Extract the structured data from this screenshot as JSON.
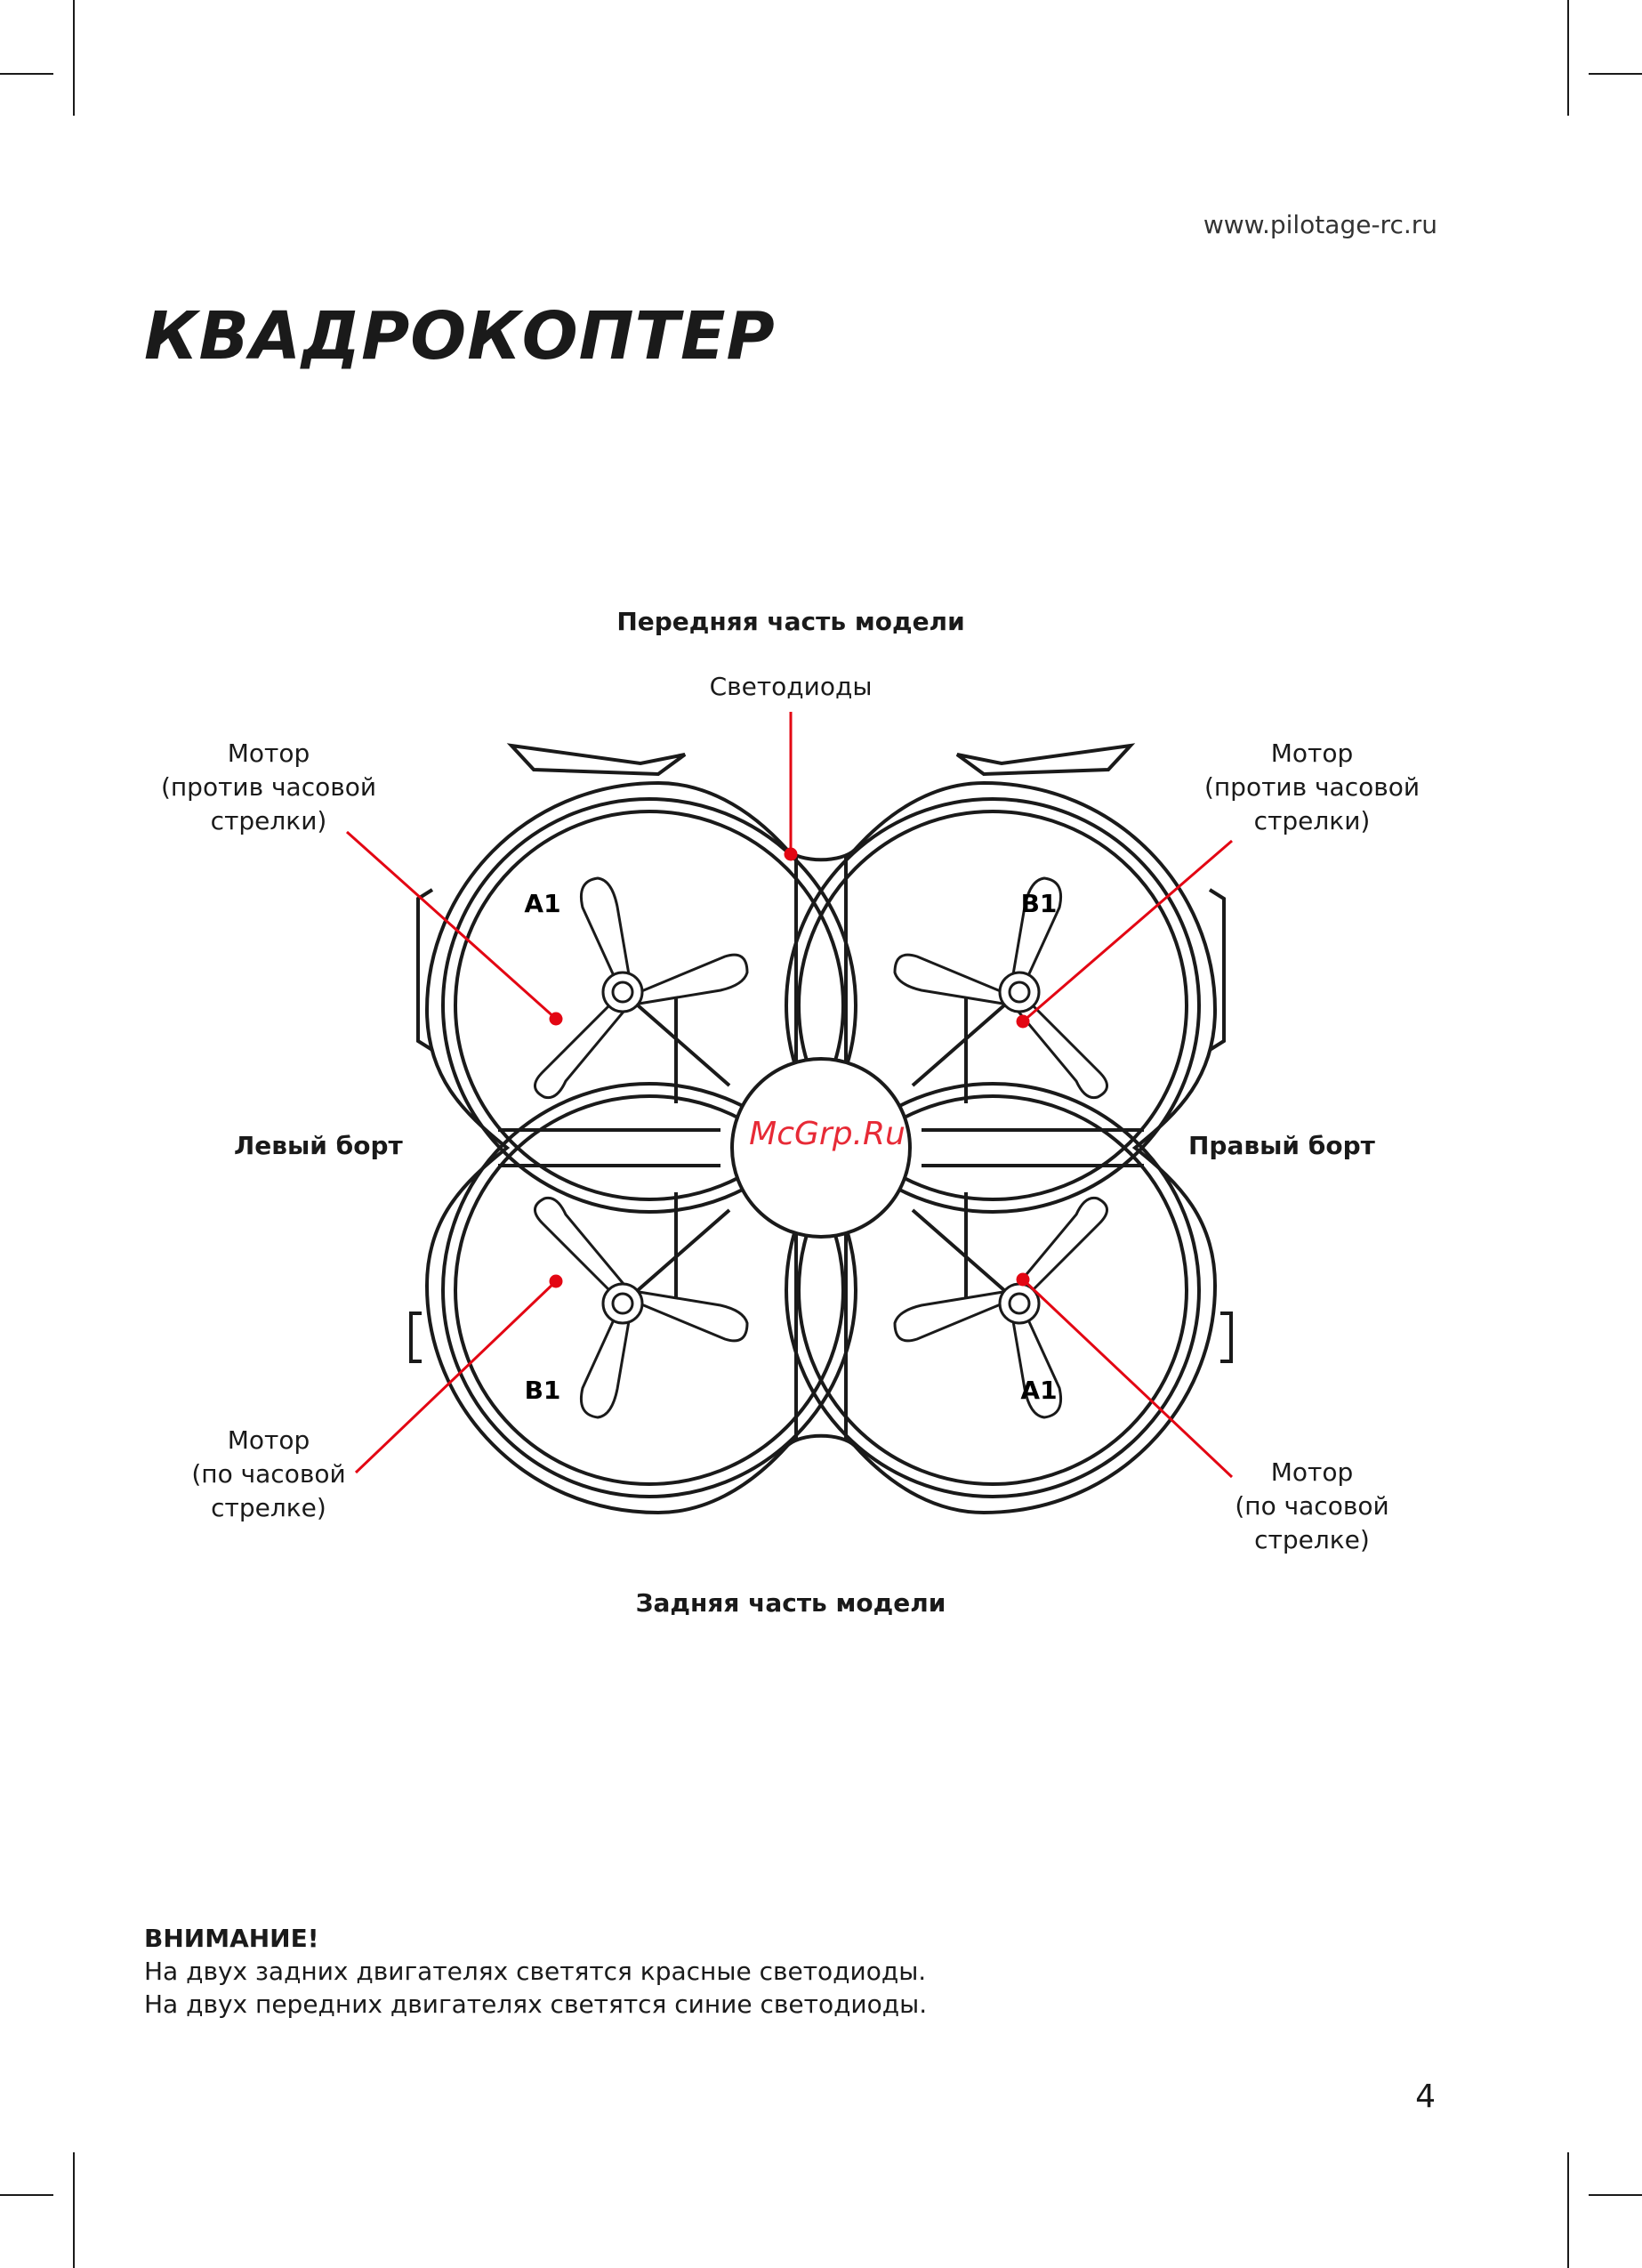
{
  "header": {
    "url": "www.pilotage-rc.ru"
  },
  "title": "КВАДРОКОПТЕР",
  "diagram": {
    "front_label": "Передняя часть модели",
    "back_label": "Задняя часть модели",
    "left_label": "Левый борт",
    "right_label": "Правый борт",
    "leds_label": "Светодиоды",
    "motor_tl": [
      "Мотор",
      "(против часовой",
      "стрелки)"
    ],
    "motor_tr": [
      "Мотор",
      "(против часовой",
      "стрелки)"
    ],
    "motor_bl": [
      "Мотор",
      "(по часовой",
      "стрелке)"
    ],
    "motor_br": [
      "Мотор",
      "(по часовой",
      "стрелке)"
    ],
    "rotors": {
      "tl": "A1",
      "tr": "B1",
      "bl": "B1",
      "br": "A1"
    },
    "watermark": "McGrp.Ru",
    "accent_color": "#e30613",
    "line_color": "#1a1a1a"
  },
  "notice": {
    "heading": "ВНИМАНИЕ!",
    "line1": "На двух задних двигателях светятся красные светодиоды.",
    "line2": "На двух передних двигателях светятся синие светодиоды."
  },
  "page_number": "4"
}
